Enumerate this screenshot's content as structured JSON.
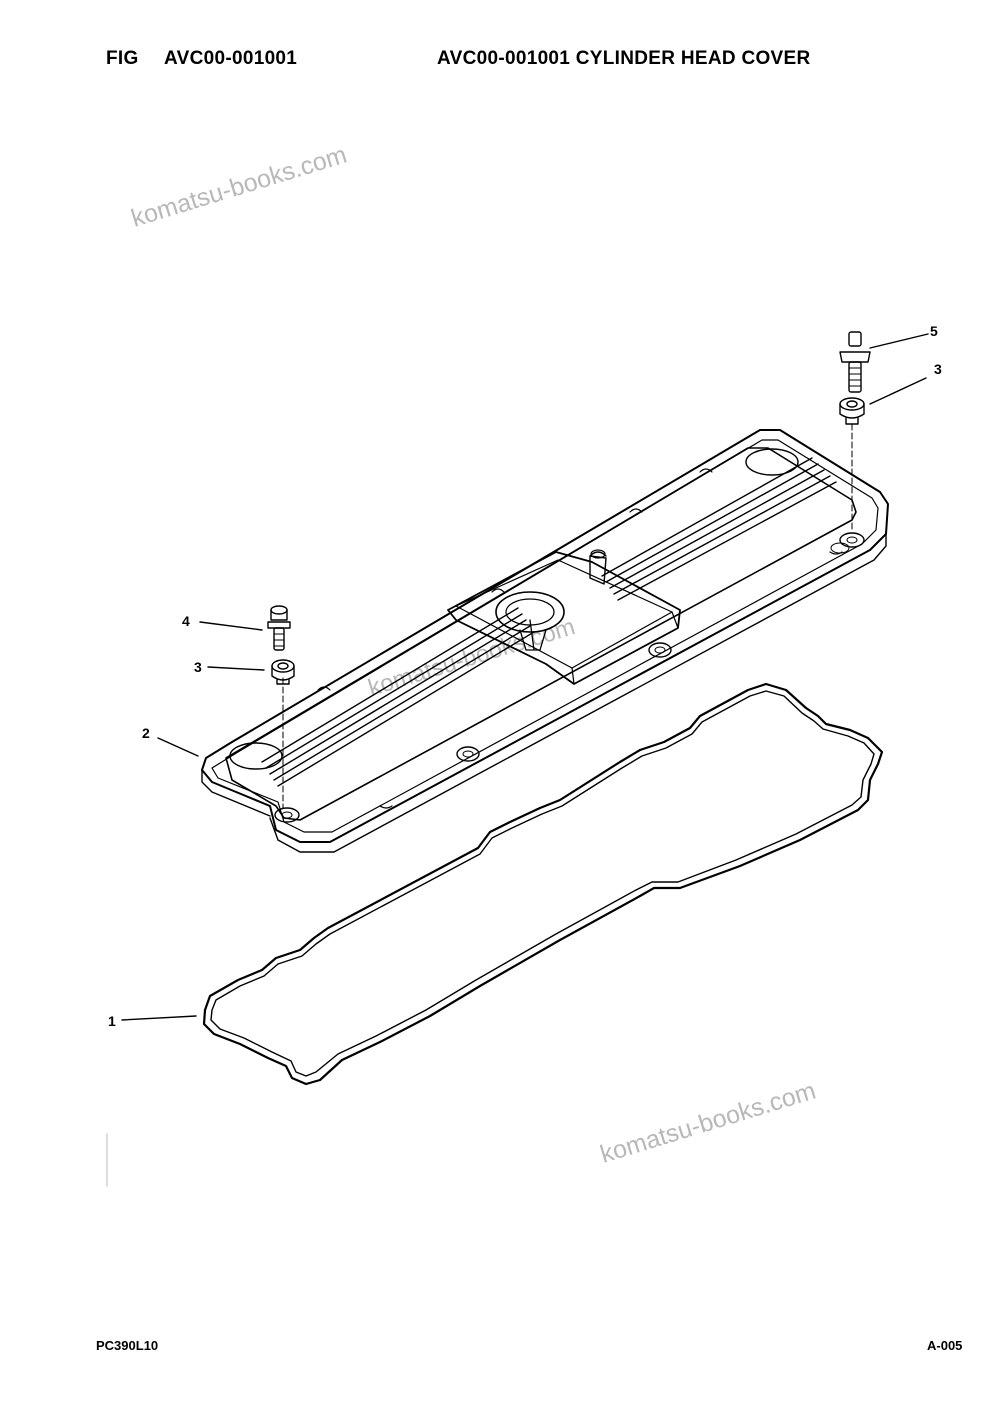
{
  "header": {
    "fig_label": "FIG",
    "fig_code": "AVC00-001001",
    "title": "AVC00-001001 CYLINDER HEAD COVER"
  },
  "footer": {
    "model": "PC390L10",
    "page": "A-005"
  },
  "watermark": {
    "text": "komatsu-books.com"
  },
  "callouts": [
    {
      "id": "c1",
      "label": "1",
      "part": "gasket"
    },
    {
      "id": "c2",
      "label": "2",
      "part": "cylinder-head-cover"
    },
    {
      "id": "c3a",
      "label": "3",
      "part": "spacer-right"
    },
    {
      "id": "c3b",
      "label": "3",
      "part": "spacer-left"
    },
    {
      "id": "c4",
      "label": "4",
      "part": "bolt"
    },
    {
      "id": "c5",
      "label": "5",
      "part": "stud-bolt"
    }
  ]
}
